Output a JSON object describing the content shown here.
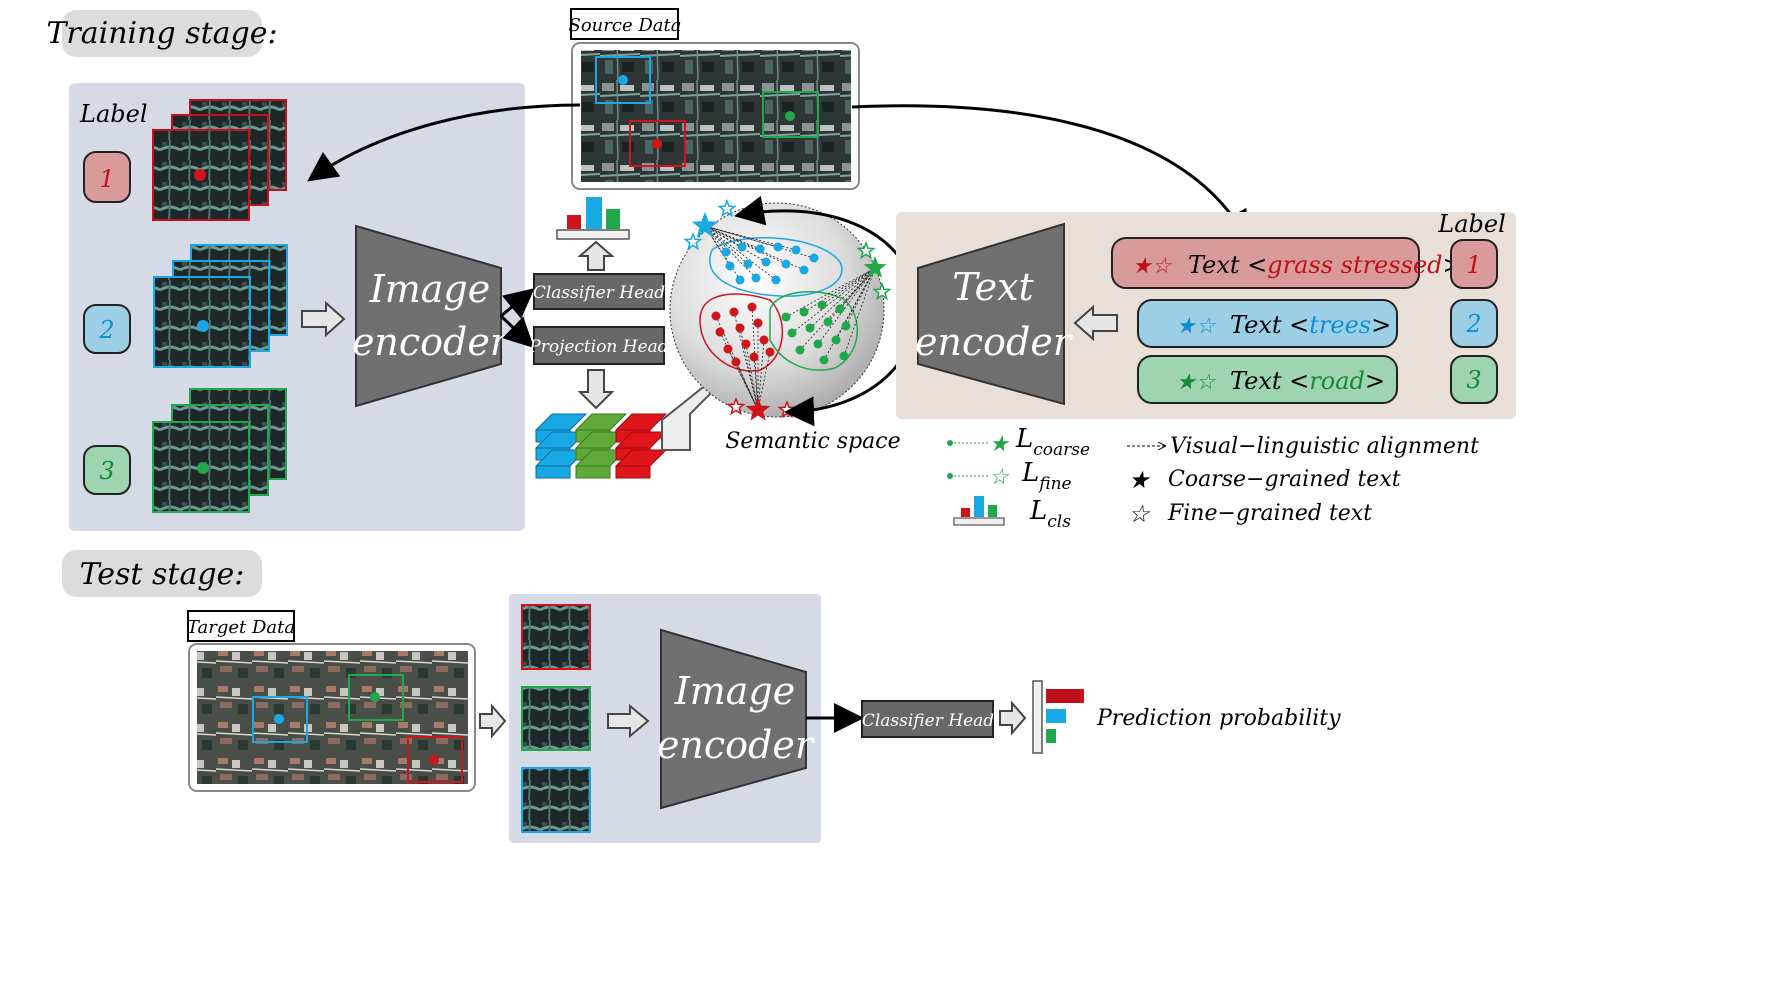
{
  "stages": {
    "training": "Training stage:",
    "test": "Test stage:"
  },
  "source_data_label": "Source Data",
  "target_data_label": "Target Data",
  "label_heading_left": "Label",
  "label_heading_right": "Label",
  "class_numbers": [
    "1",
    "2",
    "3"
  ],
  "image_encoder": {
    "line1": "Image",
    "line2": "encoder"
  },
  "text_encoder": {
    "line1": "Text",
    "line2": "encoder"
  },
  "classifier_head": "Classifier Head",
  "projection_head": "Projection Head",
  "semantic_space": "Semantic space",
  "text_prompts": [
    {
      "prefix": "Text <",
      "cls": "grass stressed",
      "suffix": ">"
    },
    {
      "prefix": "Text <",
      "cls": "trees",
      "suffix": ">"
    },
    {
      "prefix": "Text <",
      "cls": "road",
      "suffix": ">"
    }
  ],
  "legend": {
    "coarse_main": "L",
    "coarse_sub": "coarse",
    "fine_main": "L",
    "fine_sub": "fine",
    "cls_main": "L",
    "cls_sub": "cls",
    "alignment": "Visual−linguistic alignment",
    "coarse_text": "Coarse−grained text",
    "fine_text": "Fine−grained text"
  },
  "prediction_probability": "Prediction probability",
  "colors": {
    "red": "#d0141c",
    "blue": "#18a8e4",
    "green": "#20a84a",
    "encoder": "#707070",
    "head": "#686868",
    "train_panel": "#d6d9e6",
    "text_panel": "#e8dfd8",
    "stage_pill": "#dcdcdc"
  },
  "icons": [
    "star-icon",
    "hollow-star-icon",
    "bar-chart-icon",
    "arrow-icon"
  ]
}
